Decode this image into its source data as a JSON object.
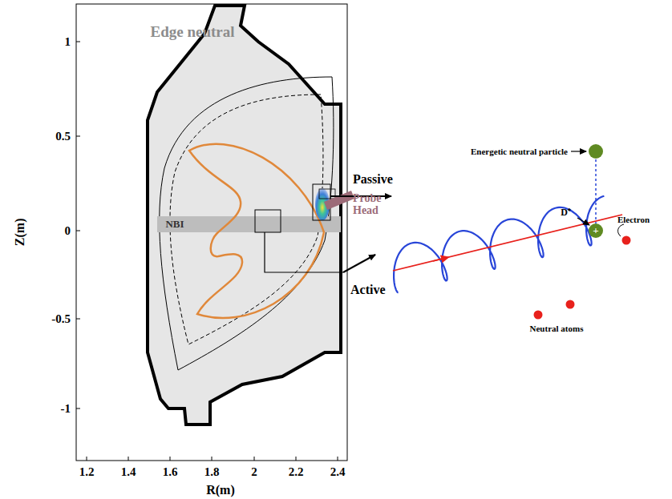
{
  "diagram": {
    "labels": [
      "Edge neutral",
      "NBI",
      "Probe Head",
      "Passive",
      "Active",
      "Energetic neutral particle",
      "D⁺",
      "+",
      "Electron",
      "Neutral atoms",
      "Z(m)",
      "R(m)",
      "1",
      "0.5",
      "0",
      "-0.5",
      "-1",
      "1.2",
      "1.4",
      "1.6",
      "1.8",
      "2",
      "2.2",
      "2.4"
    ]
  }
}
